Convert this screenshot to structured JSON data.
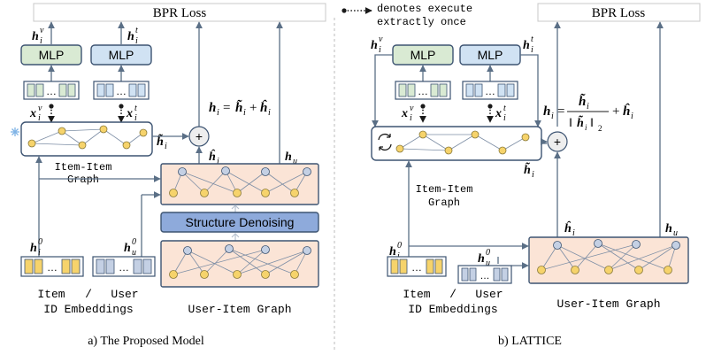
{
  "legend": {
    "line1": "denotes execute",
    "line2": "extractly once"
  },
  "left": {
    "loss": "BPR Loss",
    "mlp_visual": "MLP",
    "mlp_text": "MLP",
    "sym_h_v": "h",
    "sup_v": "v",
    "sym_h_t": "h",
    "sup_t": "t",
    "sym_x_v": "x",
    "sym_x_t": "x",
    "sub_i": "i",
    "sub_u": "u",
    "sup_zero": "0",
    "eq_lhs": "h",
    "eq_equals": "= ",
    "eq_plus": "+",
    "item_item_graph_line1": "Item-Item",
    "item_item_graph_line2": "Graph",
    "structure_denoising": "Structure Denoising",
    "item_label": "Item",
    "slash": "/",
    "user_label": "User",
    "id_embeddings": "ID Embeddings",
    "user_item_graph": "User-Item Graph",
    "plus_op": "+",
    "caption": "a) The Proposed Model"
  },
  "right": {
    "loss": "BPR Loss",
    "mlp_visual": "MLP",
    "mlp_text": "MLP",
    "item_item_graph_line1": "Item-Item",
    "item_item_graph_line2": "Graph",
    "item_label": "Item",
    "slash": "/",
    "user_label": "User",
    "id_embeddings": "ID Embeddings",
    "user_item_graph": "User-Item Graph",
    "plus_op": "+",
    "norm_sub": "2",
    "caption": "b) LATTICE"
  },
  "colors": {
    "visual_mlp": "#d9ead3",
    "text_mlp": "#d0e2f3",
    "node_yellow": "#f6d36b",
    "node_blue": "#c4d0e4",
    "ui_graph_fill": "#fbe4d6",
    "denoise_fill": "#8eaadb",
    "frame": "#3d5472"
  },
  "icons": {
    "frozen": "snowflake-icon",
    "update": "refresh-icon"
  }
}
